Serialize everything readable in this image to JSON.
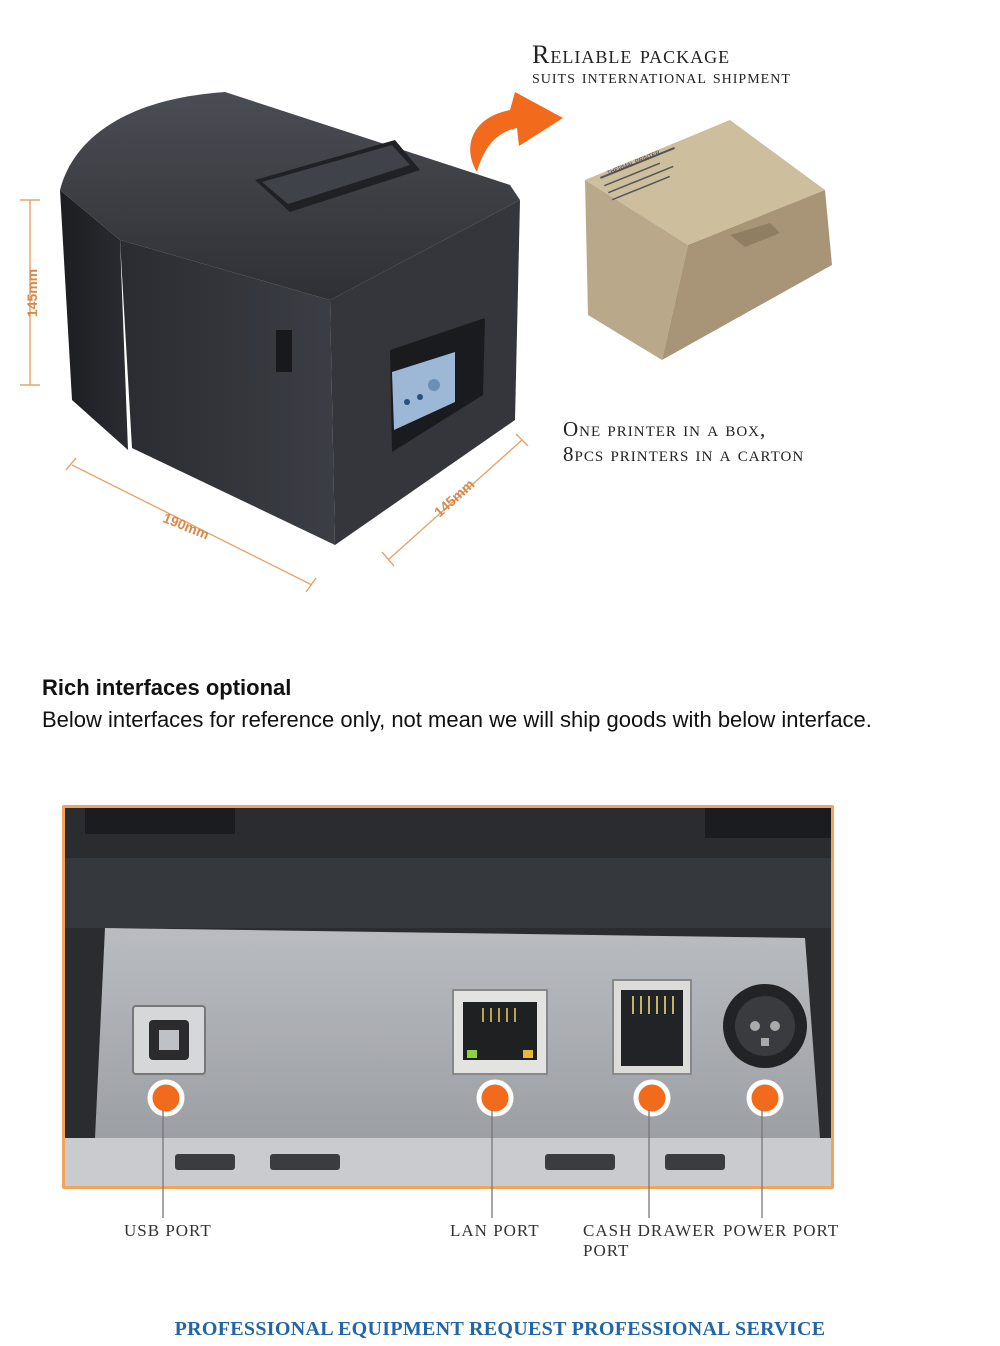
{
  "package": {
    "title": "Reliable package",
    "subtitle": "suits international shipment",
    "note_line1": "One printer in a box,",
    "note_line2": "8pcs printers in a carton",
    "box_label": "THERMAL PRINTER"
  },
  "dimensions": {
    "height": "145mm",
    "width": "190mm",
    "depth": "145mm",
    "line_color": "#e8a36a"
  },
  "interfaces": {
    "title": "Rich interfaces optional",
    "description": "Below interfaces for reference only, not mean we will ship goods with below interface."
  },
  "ports": [
    {
      "label": "USB PORT"
    },
    {
      "label": "LAN PORT"
    },
    {
      "label_line1": "CASH DRAWER",
      "label_line2": "PORT"
    },
    {
      "label": "POWER PORT"
    }
  ],
  "footer": {
    "text": "PROFESSIONAL EQUIPMENT REQUEST PROFESSIONAL SERVICE"
  },
  "colors": {
    "accent_orange": "#f26b1d",
    "frame_orange": "#f2a35c",
    "footer_blue": "#2266a8"
  }
}
